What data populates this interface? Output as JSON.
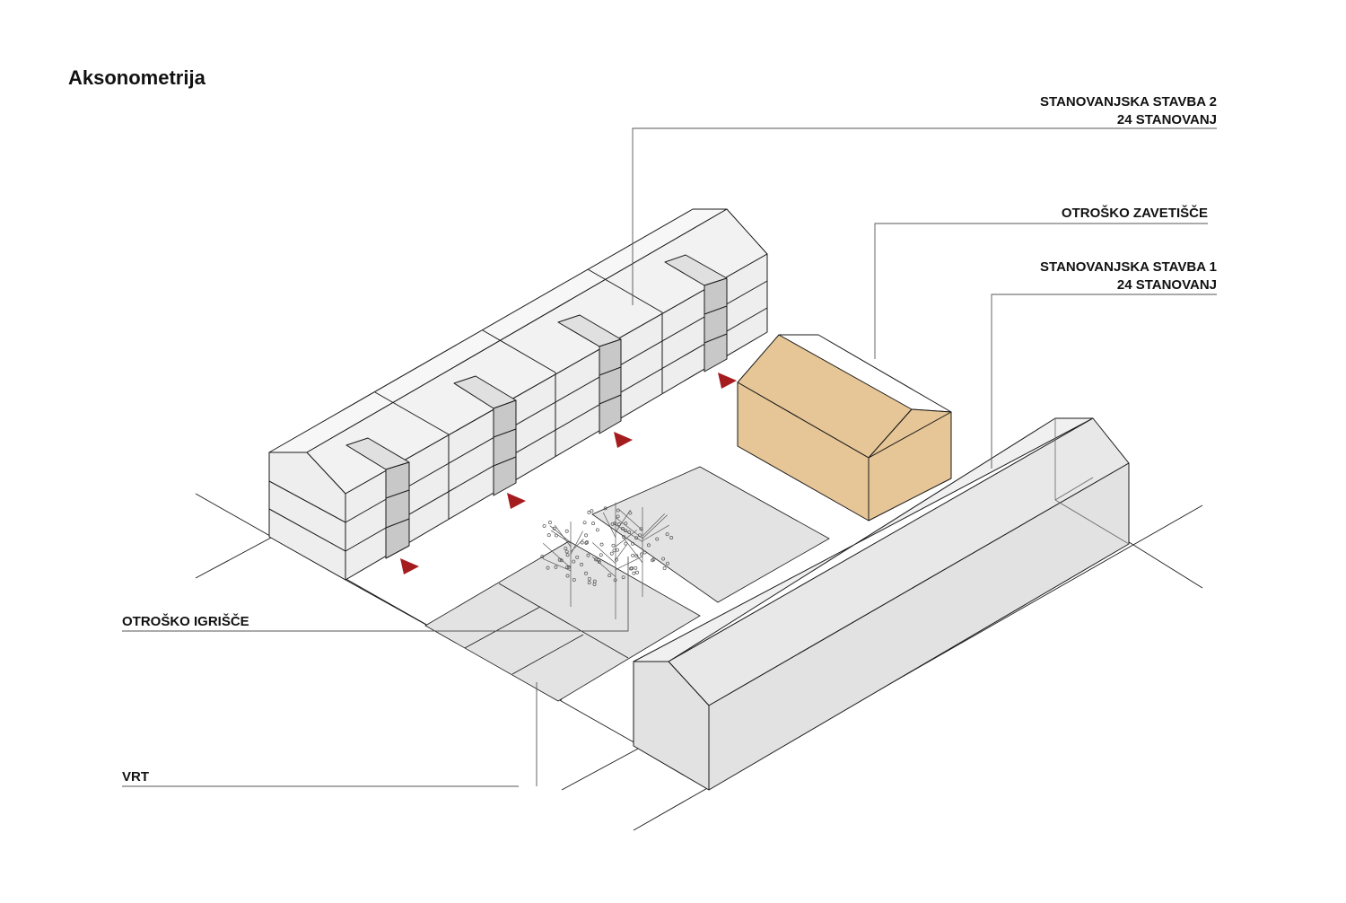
{
  "title": "Aksonometrija",
  "labels": {
    "building2_line1": "STANOVANJSKA STAVBA 2",
    "building2_line2": "24 STANOVANJ",
    "shelter": "OTROŠKO ZAVETIŠČE",
    "building1_line1": "STANOVANJSKA STAVBA 1",
    "building1_line2": "24 STANOVANJ",
    "playground": "OTROŠKO IGRIŠČE",
    "garden": "VRT"
  },
  "colors": {
    "line": "#1a1a1a",
    "building_face": "#eeeeee",
    "ghost_face": "#e2e2e3",
    "stair_core": "#c8c8c8",
    "shelter_face": "#e6c696",
    "ground_patch": "#e3e3e4",
    "entrance_marker": "#a51c1f",
    "leader": "#555555"
  },
  "icons": {
    "entrance": "entrance-triangle-icon",
    "tree": "tree-icon"
  }
}
